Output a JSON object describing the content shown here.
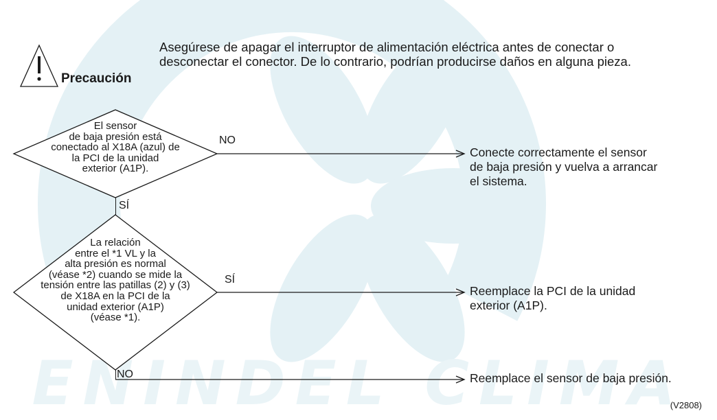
{
  "watermark": {
    "text": "ENINDEL CLIMA",
    "color": "#e6f2f6",
    "symbol_color": "#e4f1f5"
  },
  "caution": {
    "icon": "warning-triangle-icon",
    "title": "Precaución",
    "text": "Asegúrese de apagar el interruptor de alimentación eléctrica antes de conectar o desconectar el conector. De lo contrario, podrían producirse daños en alguna pieza."
  },
  "decision1": {
    "lines": [
      "El sensor",
      "de baja presión está",
      "conectado al X18A (azul) de",
      "la PCI de la unidad",
      "exterior (A1P)."
    ],
    "no_label": "NO",
    "yes_label": "SÍ",
    "no_result": [
      "Conecte correctamente el sensor",
      "de baja presión y vuelva a arrancar",
      "el sistema."
    ]
  },
  "decision2": {
    "lines": [
      "La relación",
      "entre el *1 VL y la",
      "alta presión es normal",
      "(véase *2) cuando se mide la",
      "tensión entre las patillas (2) y (3)",
      "de X18A en la PCI de la",
      "unidad exterior (A1P)",
      "(véase *1)."
    ],
    "yes_label": "SÍ",
    "no_label": "NO",
    "yes_result": [
      "Reemplace la PCI de la unidad",
      "exterior (A1P)."
    ],
    "no_result": [
      "Reemplace el sensor de baja presión."
    ]
  },
  "figure_code": "(V2808)"
}
